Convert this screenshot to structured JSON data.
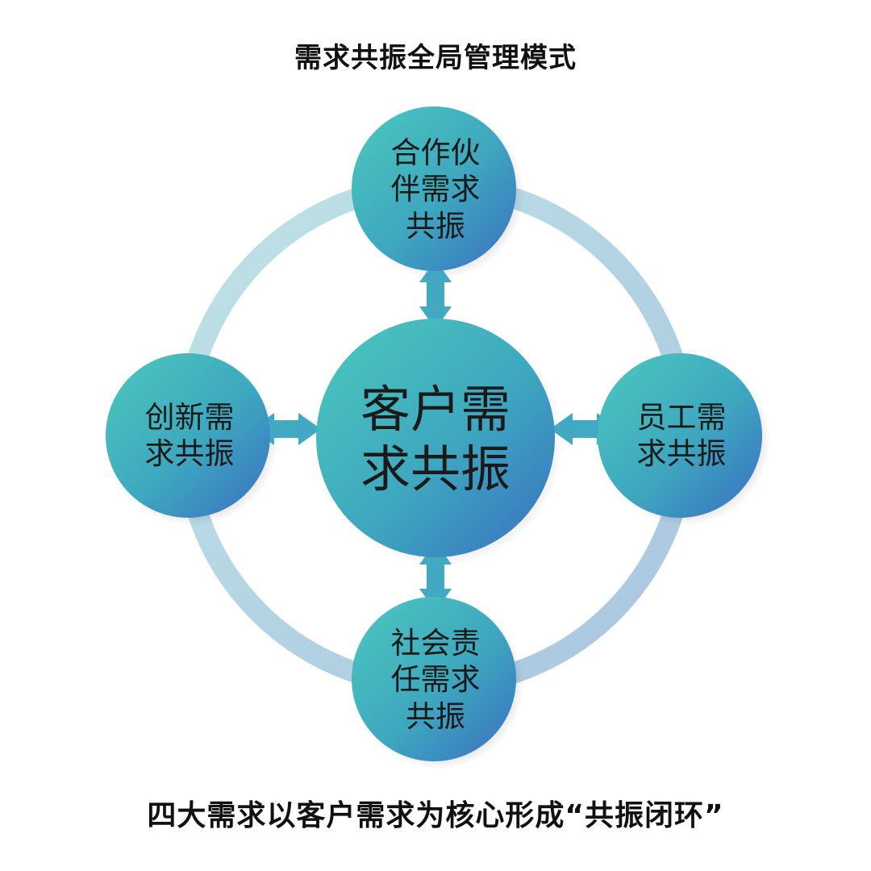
{
  "title": "需求共振全局管理模式",
  "caption": "四大需求以客户需求为核心形成“共振闭环”",
  "nodes": {
    "center": {
      "lines": [
        "客户需",
        "求共振"
      ]
    },
    "top": {
      "lines": [
        "合作伙",
        "伴需求",
        "共振"
      ]
    },
    "bottom": {
      "lines": [
        "社会责",
        "任需求",
        "共振"
      ]
    },
    "left": {
      "lines": [
        "创新需",
        "求共振"
      ]
    },
    "right": {
      "lines": [
        "员工需",
        "求共振"
      ]
    }
  },
  "colors": {
    "ring": "#b7d9e2",
    "node_light": "#45c1bd",
    "node_dark": "#3a76c3",
    "arrow": "#41a9c2",
    "text": "#1a1a1a"
  }
}
